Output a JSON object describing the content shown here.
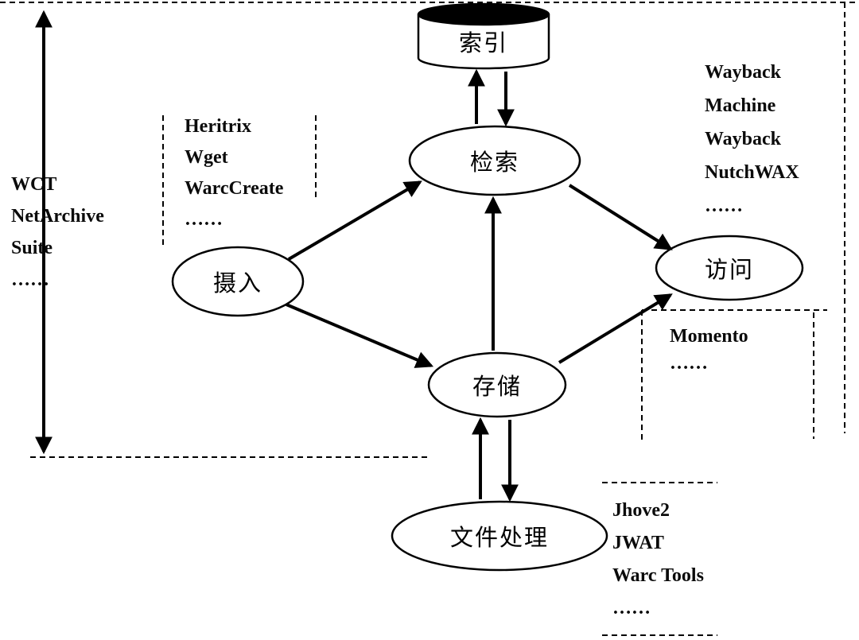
{
  "diagram": {
    "nodes": {
      "index": {
        "label": "索引"
      },
      "retrieval": {
        "label": "检索"
      },
      "ingest": {
        "label": "摄入"
      },
      "access": {
        "label": "访问"
      },
      "storage": {
        "label": "存储"
      },
      "file_processing": {
        "label": "文件处理"
      }
    },
    "tool_groups": {
      "wct": {
        "lines": [
          "WCT",
          "NetArchive",
          "Suite",
          "……"
        ]
      },
      "crawlers": {
        "lines": [
          "Heritrix",
          "Wget",
          "WarcCreate",
          "……"
        ]
      },
      "replay": {
        "lines": [
          "Wayback",
          "Machine",
          "Wayback",
          "NutchWAX",
          "……"
        ]
      },
      "momento": {
        "lines": [
          "Momento",
          "……"
        ]
      },
      "file_tools": {
        "lines": [
          "Jhove2",
          "JWAT",
          "Warc Tools",
          "……"
        ]
      }
    },
    "colors": {
      "line": "#000000",
      "background": "#ffffff",
      "cylinder_top": "#000000"
    }
  }
}
